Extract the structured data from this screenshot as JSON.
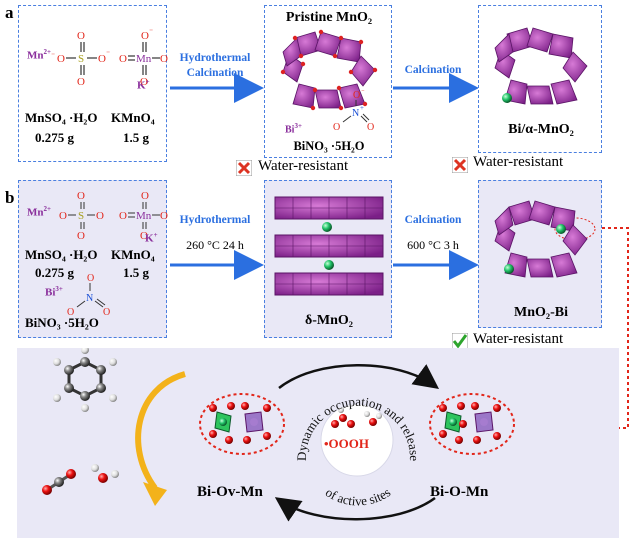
{
  "row_a": {
    "letter": "a",
    "reagents": {
      "ion_mn": "Mn",
      "ion_mn_charge": "2+",
      "ion_k": "K",
      "ion_k_charge": "+",
      "salt1": "MnSO₄ ·H₂O",
      "salt2": "KMnO₄",
      "mass1": "0.275 g",
      "mass2": "1.5 g"
    },
    "arrow1_line1": "Hydrothermal",
    "arrow1_line2": "Calcination",
    "product1_title": "Pristine MnO₂",
    "bi_ion": "Bi",
    "bi_ion_charge": "3+",
    "bi_salt": "BiNO₃ ·5H₂O",
    "status1": "Water-resistant",
    "arrow2": "Calcination",
    "product2_title": "Bi/α-MnO₂",
    "status2": "Water-resistant"
  },
  "row_b": {
    "letter": "b",
    "reagents": {
      "ion_mn": "Mn",
      "ion_mn_charge": "2+",
      "ion_k": "K",
      "ion_k_charge": "+",
      "ion_bi": "Bi",
      "ion_bi_charge": "3+",
      "salt1": "MnSO₄ ·H₂O",
      "salt2": "KMnO₄",
      "mass1": "0.275 g",
      "mass2": "1.5 g",
      "salt3": "BiNO₃ ·5H₂O"
    },
    "arrow1": "Hydrothermal",
    "arrow1_cond": "260 °C 24 h",
    "product1_title": "δ-MnO₂",
    "arrow2": "Calcination",
    "arrow2_cond": "600 °C 3 h",
    "product2_title": "MnO₂-Bi",
    "status": "Water-resistant"
  },
  "cycle": {
    "left_site": "Bi-Ov-Mn",
    "right_site": "Bi-O-Mn",
    "radical": "•OOOH",
    "arc_top": "Dynamic occupation and release",
    "arc_bottom": "of active sites"
  },
  "colors": {
    "dashed_border": "#4a7fe0",
    "arrow_blue": "#2b6fe0",
    "crystal_purple": "#9b3aa8",
    "highlight_red": "#e2261a",
    "bottom_panel": "#e9e8f6",
    "curved_arrow": "#f3b21a"
  },
  "icons": [
    "cross-mark-icon",
    "check-mark-icon",
    "benzene-molecule-icon",
    "co2-molecule-icon",
    "water-molecule-icon",
    "bi-atom-icon"
  ]
}
